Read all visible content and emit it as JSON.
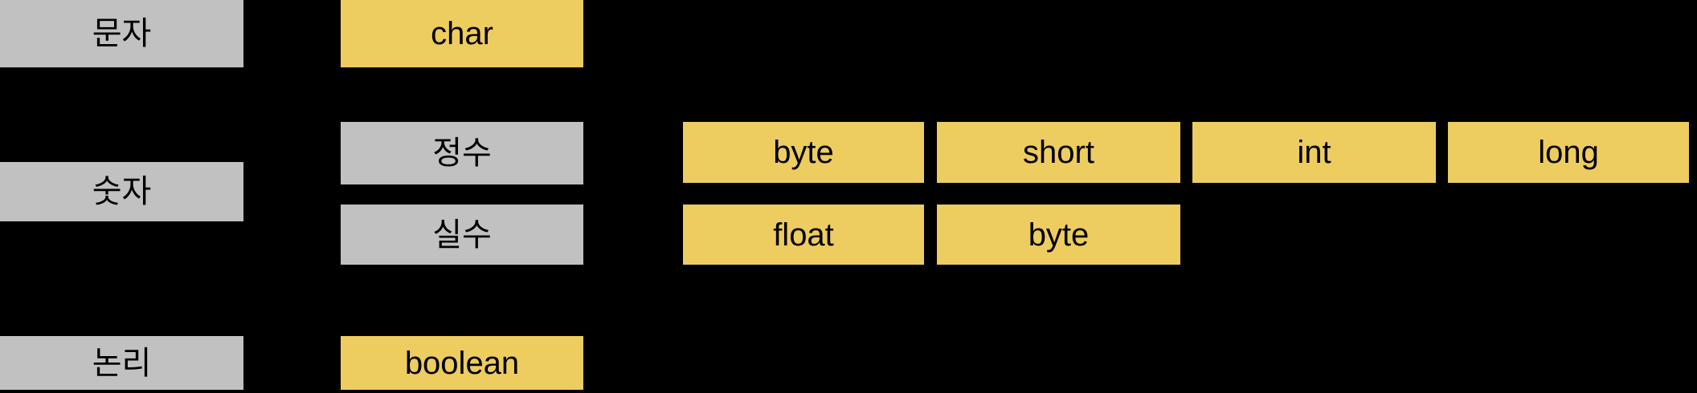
{
  "colors": {
    "background": "#000000",
    "category_box": "#C1C1C1",
    "type_box": "#EDCC60",
    "text": "#000000"
  },
  "groups": {
    "character": {
      "label": "문자",
      "type": "char"
    },
    "number": {
      "label": "숫자",
      "subgroups": {
        "integer": {
          "label": "정수",
          "types": [
            "byte",
            "short",
            "int",
            "long"
          ]
        },
        "real": {
          "label": "실수",
          "types": [
            "float",
            "byte"
          ]
        }
      }
    },
    "logic": {
      "label": "논리",
      "type": "boolean"
    }
  }
}
